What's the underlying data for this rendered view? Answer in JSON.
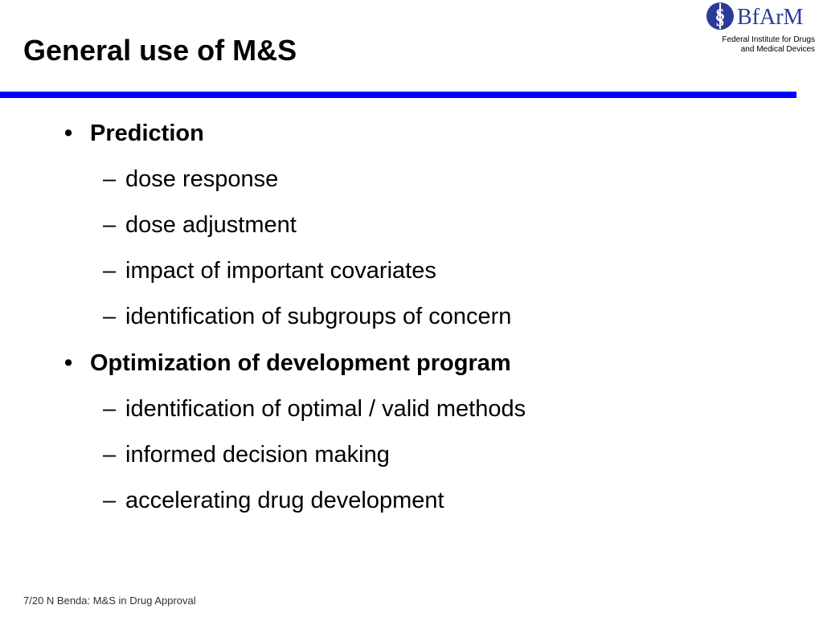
{
  "slide": {
    "title": "General use of M&S"
  },
  "logo": {
    "wordmark": "BfArM",
    "subtitle_line_1": "Federal Institute for Drugs",
    "subtitle_line_2": "and Medical Devices",
    "brand_color": "#2b3a9a"
  },
  "colors": {
    "rule": "#0000ff",
    "text": "#000000"
  },
  "bullets": [
    {
      "marker": "•",
      "text": "Prediction",
      "children": [
        {
          "marker": "–",
          "text": "dose response"
        },
        {
          "marker": "–",
          "text": "dose adjustment"
        },
        {
          "marker": "–",
          "text": "impact of important covariates"
        },
        {
          "marker": "–",
          "text": "identification of subgroups of concern"
        }
      ]
    },
    {
      "marker": "•",
      "text": "Optimization of development program",
      "children": [
        {
          "marker": "–",
          "text": "identification of optimal / valid methods"
        },
        {
          "marker": "–",
          "text": "informed decision making"
        },
        {
          "marker": "–",
          "text": "accelerating drug development"
        }
      ]
    }
  ],
  "footer": {
    "text": "7/20 N Benda: M&S in Drug Approval"
  }
}
